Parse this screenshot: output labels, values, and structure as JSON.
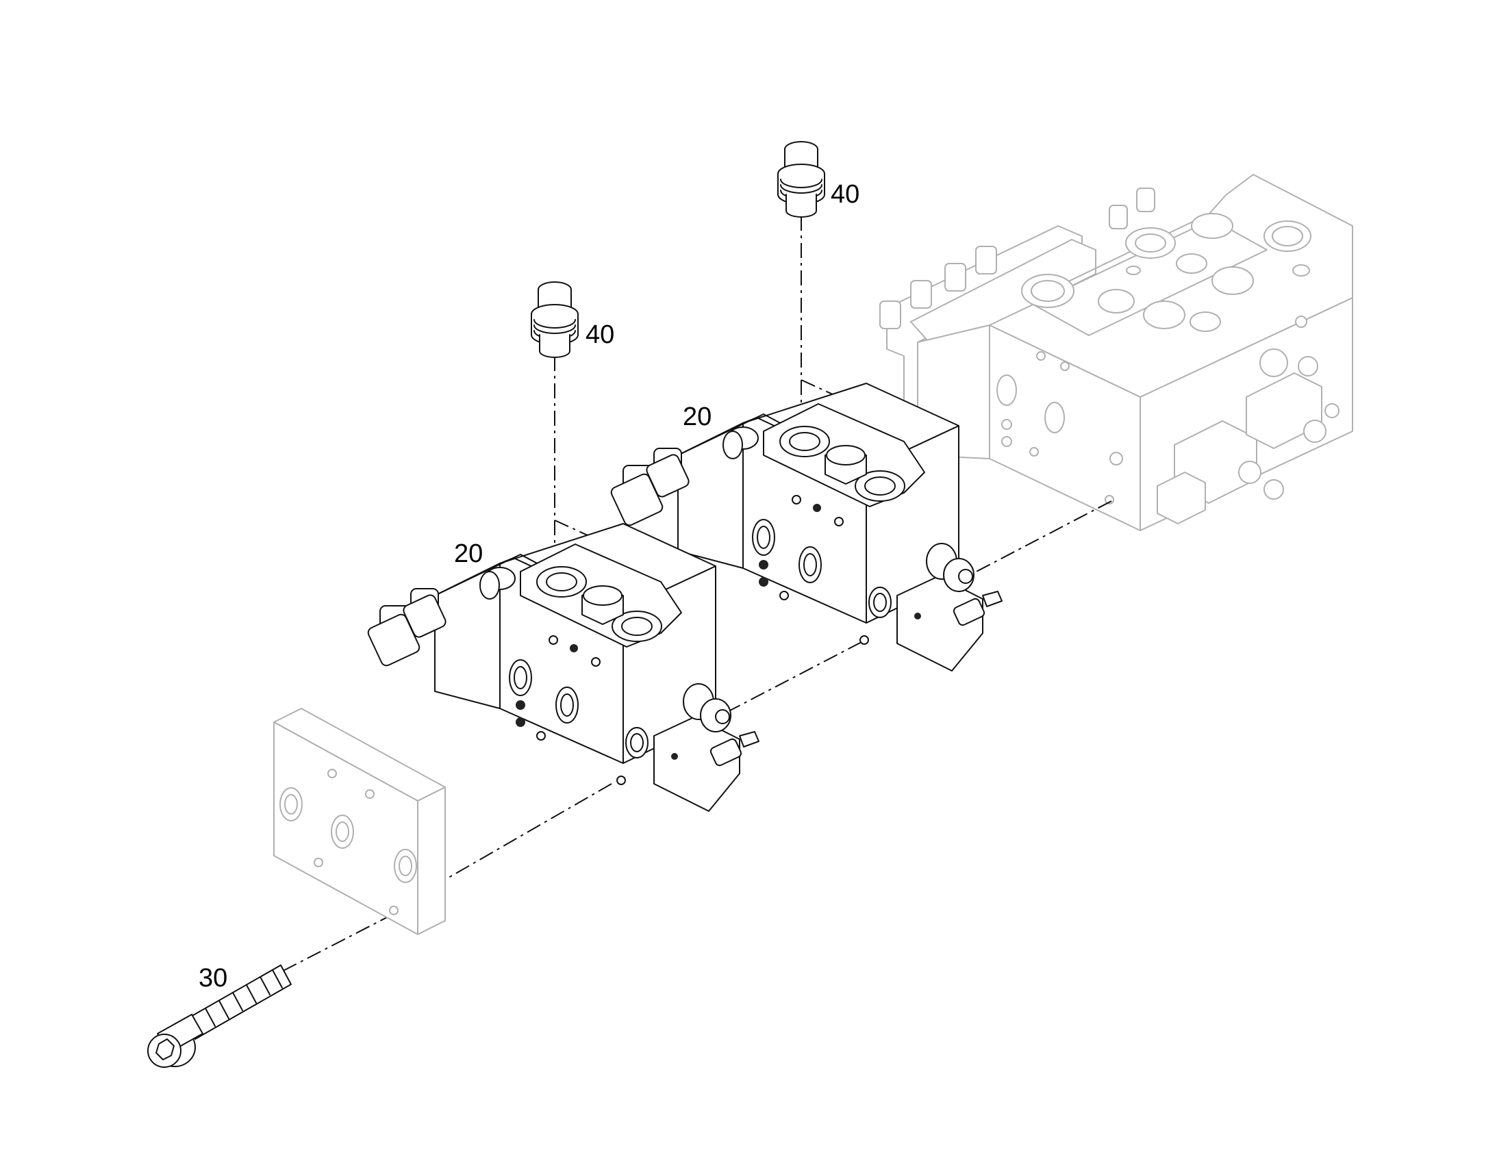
{
  "labels": {
    "part_40a": "40",
    "part_40b": "40",
    "part_20a": "20",
    "part_20b": "20",
    "part_30": "30"
  }
}
